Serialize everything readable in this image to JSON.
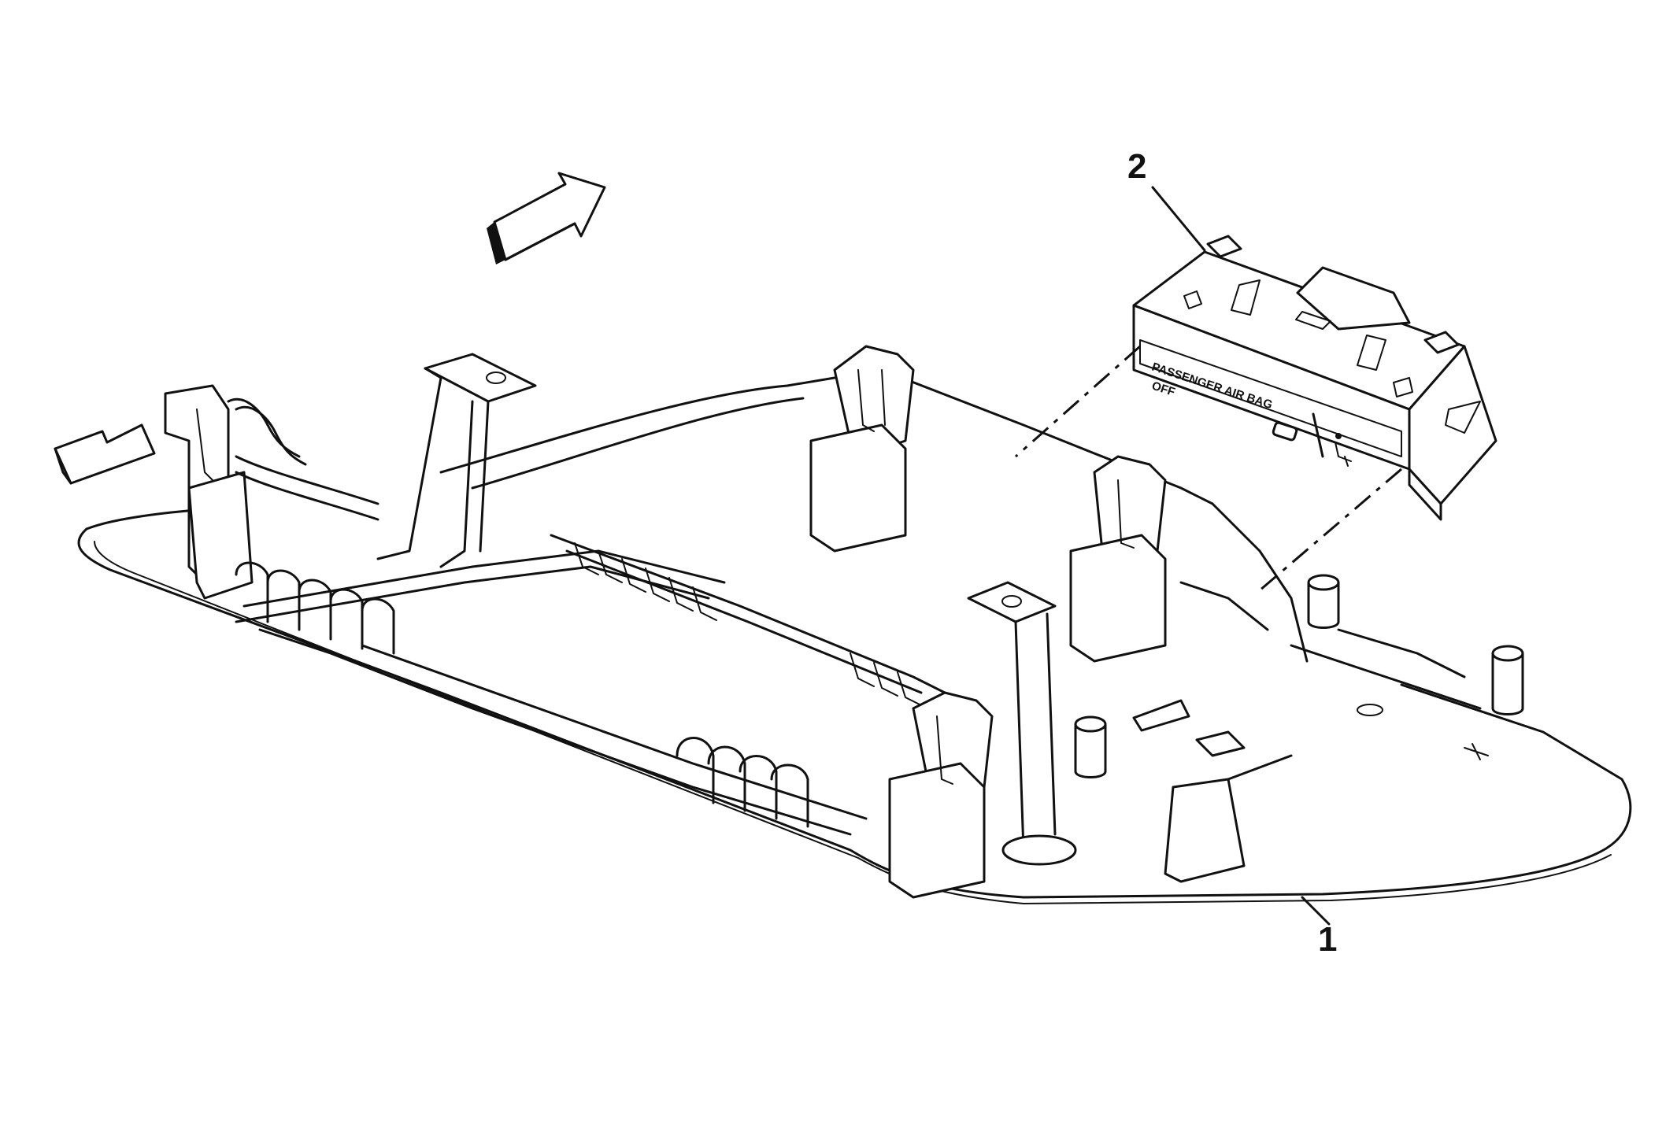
{
  "callouts": [
    {
      "id": "1",
      "label": "1"
    },
    {
      "id": "2",
      "label": "2"
    }
  ],
  "switch_label": {
    "line1": "PASSENGER AIR BAG",
    "line2": "OFF"
  },
  "colors": {
    "line": "#111111",
    "background": "#ffffff"
  },
  "icons": [
    "direction-arrow-icon",
    "passenger-seat-icon"
  ]
}
